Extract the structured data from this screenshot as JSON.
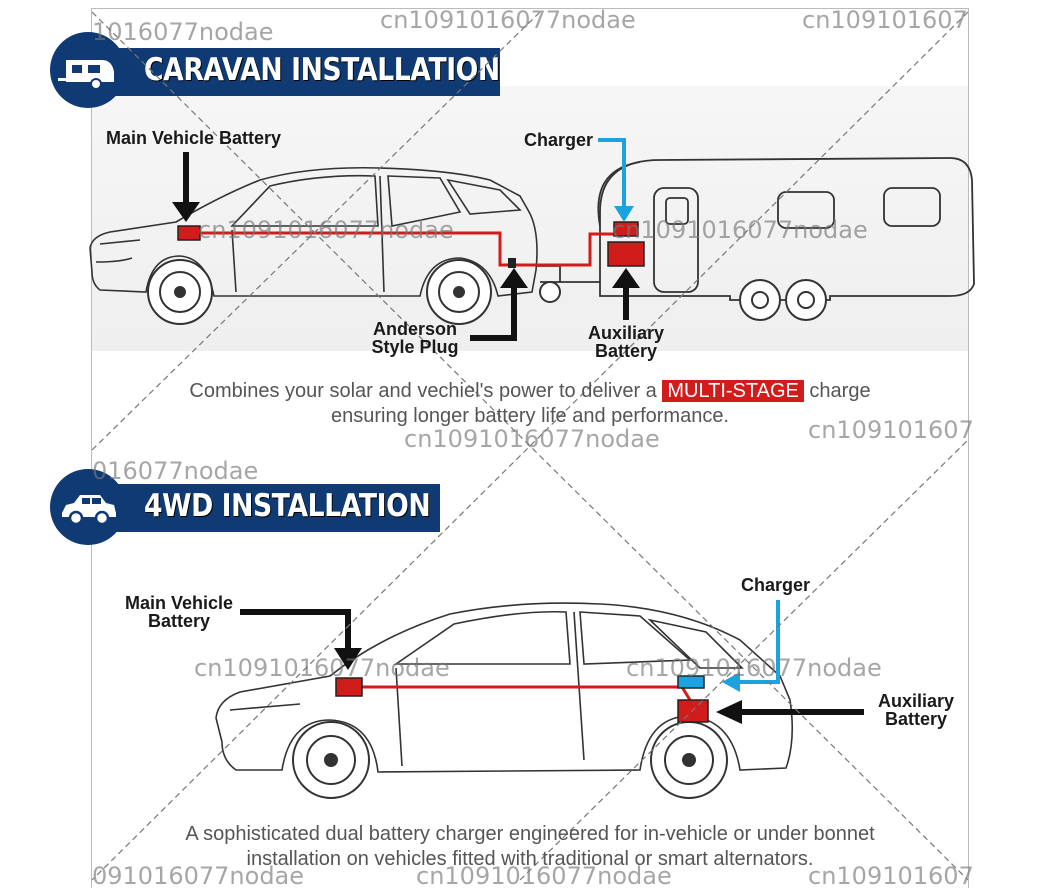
{
  "caravan": {
    "banner_title": "CARAVAN INSTALLATION",
    "icon": "caravan-icon",
    "labels": {
      "main_battery": "Main Vehicle Battery",
      "charger": "Charger",
      "anderson_1": "Anderson",
      "anderson_2": "Style Plug",
      "aux_1": "Auxiliary",
      "aux_2": "Battery"
    },
    "caption": {
      "line1_before": "Combines your solar and vechiel's power to deliver a",
      "highlight": "MULTI-STAGE",
      "line1_after": "charge",
      "line2": "ensuring longer battery life and performance."
    }
  },
  "fwd": {
    "banner_title": "4WD INSTALLATION",
    "icon": "car-icon",
    "labels": {
      "main_1": "Main Vehicle",
      "main_2": "Battery",
      "charger": "Charger",
      "aux_1": "Auxiliary",
      "aux_2": "Battery"
    },
    "caption": {
      "line1": "A sophisticated dual battery charger engineered for in-vehicle or under bonnet",
      "line2": "installation on vehicles fitted with traditional or smart alternators."
    }
  },
  "watermarks": [
    "1016077nodae",
    "cn1091016077nodae",
    "cn109101607",
    "cn1091016077nodae",
    "cn1091016077nodae",
    "cn1091016077nodae",
    "cn109101607",
    "016077nodae",
    "cn1091016077nodae",
    "cn1091016077nodae",
    "091016077nodae",
    "cn1091016077nodae",
    "cn109101607"
  ],
  "colors": {
    "banner": "#0f3a73",
    "wire": "#d21b1b",
    "charger_arrow": "#1aa3df",
    "highlight": "#d21b1b"
  }
}
